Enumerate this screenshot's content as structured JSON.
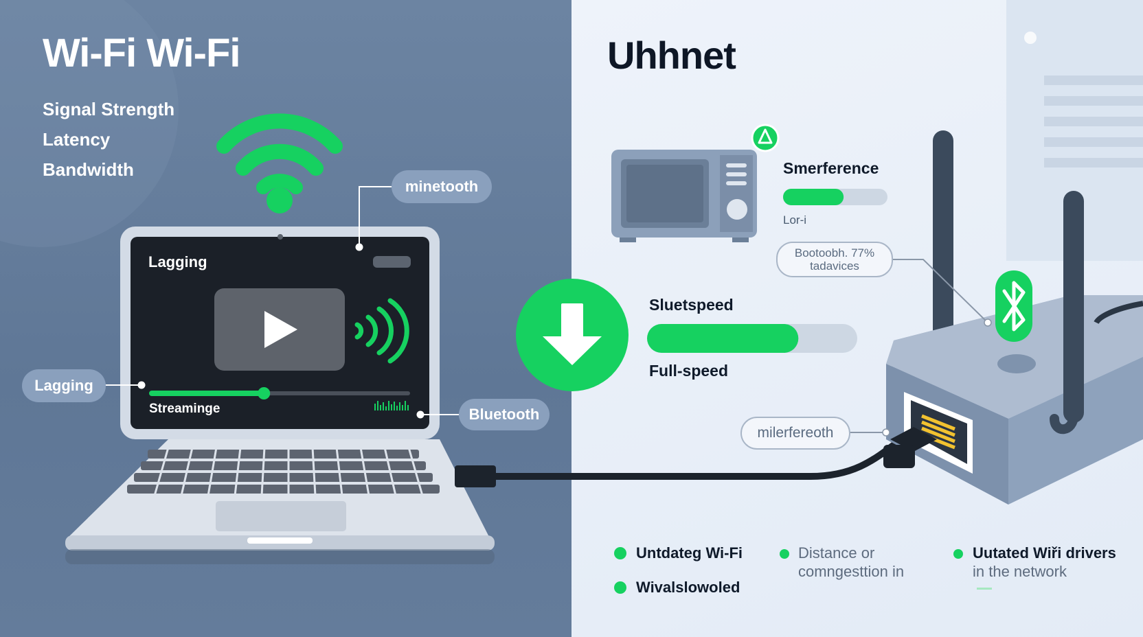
{
  "left_panel": {
    "title": "Wi-Fi Wi-Fi",
    "metrics": [
      "Signal Strength",
      "Latency",
      "Bandwidth"
    ]
  },
  "right_panel": {
    "title": "Uhhnet"
  },
  "laptop": {
    "screen_title": "Lagging",
    "screen_caption": "Streaminge",
    "progress_fraction": 0.44
  },
  "callouts": {
    "top": "minetooth",
    "left": "Lagging",
    "right": "Bluetooth",
    "router_port": "milerfereoth",
    "bubble_line1": "Bootoobh. 77%",
    "bubble_line2": "tadavices"
  },
  "interference": {
    "label": "Smerference",
    "sublabel": "Lor-i",
    "bar_fraction": 0.58
  },
  "speed": {
    "label": "Sluetspeed",
    "sublabel": "Full-speed",
    "bar_fraction": 0.72
  },
  "legend": {
    "col1": [
      "Untdateg Wi-Fi",
      "Wivalslowoled"
    ],
    "col2_line1": "Distance or",
    "col2_line2": "comngesttion in",
    "col3_line1": "Uutated Wiři drivers",
    "col3_line2": "in the network"
  },
  "colors": {
    "accent_green": "#16d160",
    "left_bg": "#647c9b",
    "right_bg": "#e6eef8",
    "dark_text": "#0e1726"
  },
  "icons": [
    "wifi-icon",
    "play-icon",
    "sound-wave-icon",
    "download-arrow-icon",
    "microwave-icon",
    "alert-icon",
    "bluetooth-icon",
    "ethernet-cable-icon",
    "router-icon"
  ]
}
